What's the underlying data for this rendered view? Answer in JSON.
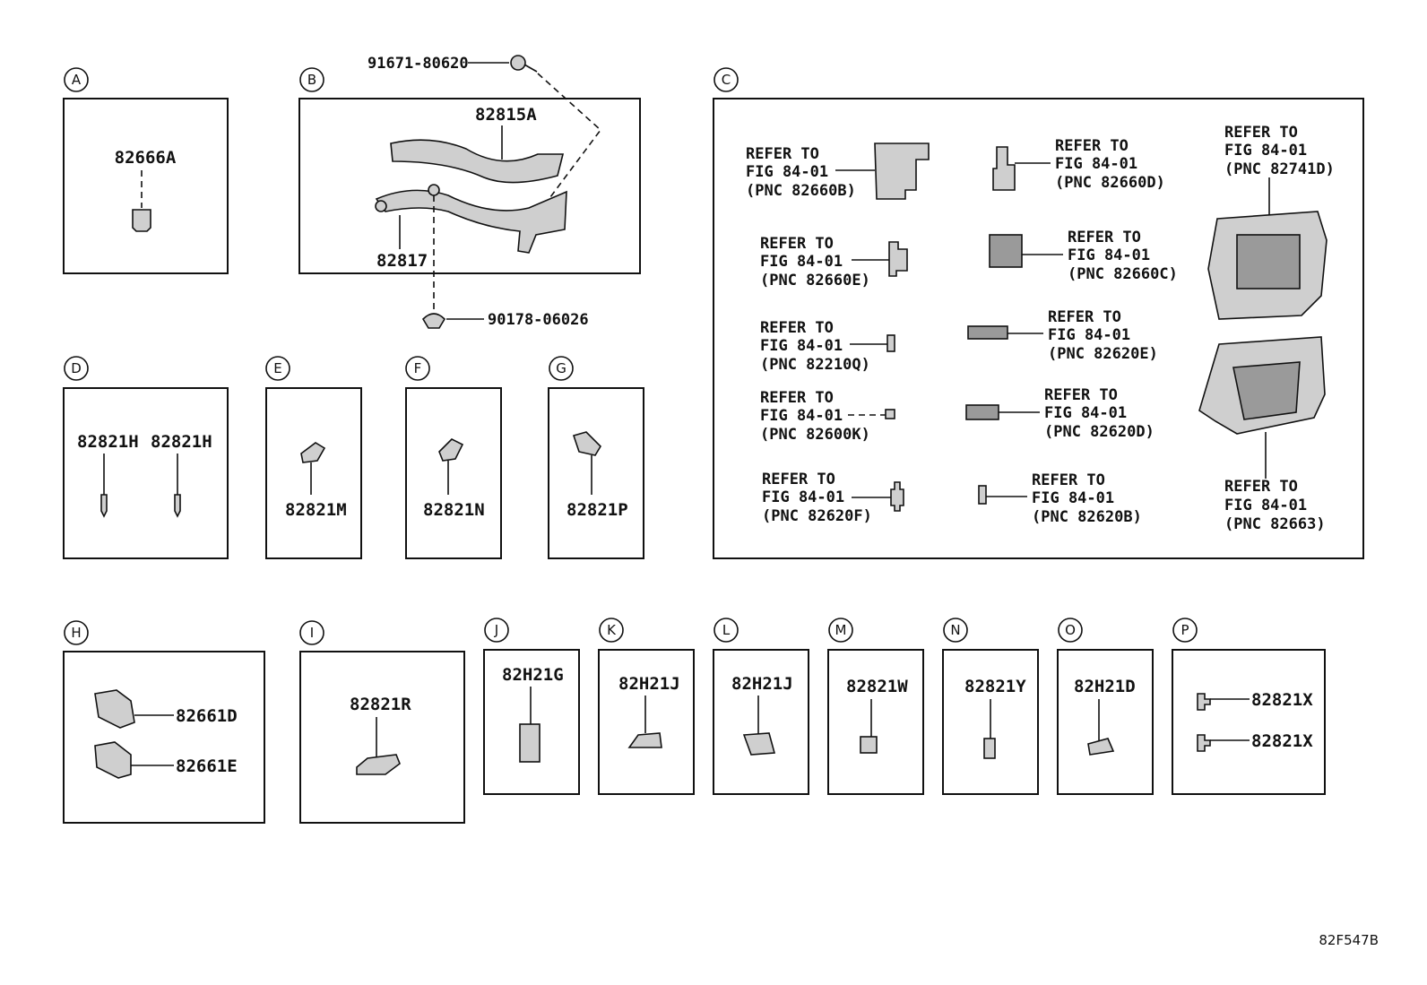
{
  "diagram": {
    "footer_code": "82F547B",
    "sections": {
      "A": "A",
      "B": "B",
      "C": "C",
      "D": "D",
      "E": "E",
      "F": "F",
      "G": "G",
      "H": "H",
      "I": "I",
      "J": "J",
      "K": "K",
      "L": "L",
      "M": "M",
      "N": "N",
      "O": "O",
      "P": "P"
    },
    "parts": {
      "a1": "82666A",
      "b_bolt": "91671-80620",
      "b_upper": "82815A",
      "b_lower": "82817",
      "b_clip": "90178-06026",
      "d1": "82821H",
      "d2": "82821H",
      "e1": "82821M",
      "f1": "82821N",
      "g1": "82821P",
      "h1": "82661D",
      "h2": "82661E",
      "i1": "82821R",
      "j1": "82H21G",
      "k1": "82H21J",
      "l1": "82H21J",
      "m1": "82821W",
      "n1": "82821Y",
      "o1": "82H21D",
      "p1": "82821X",
      "p2": "82821X"
    },
    "refs": {
      "refer_to": "REFER TO",
      "fig": "FIG 84-01",
      "items": [
        "(PNC 82660B)",
        "(PNC 82660D)",
        "(PNC 82741D)",
        "(PNC 82660E)",
        "(PNC 82660C)",
        "(PNC 82210Q)",
        "(PNC 82620E)",
        "(PNC 82600K)",
        "(PNC 82620D)",
        "(PNC 82620F)",
        "(PNC 82620B)",
        "(PNC 82663)"
      ]
    }
  }
}
